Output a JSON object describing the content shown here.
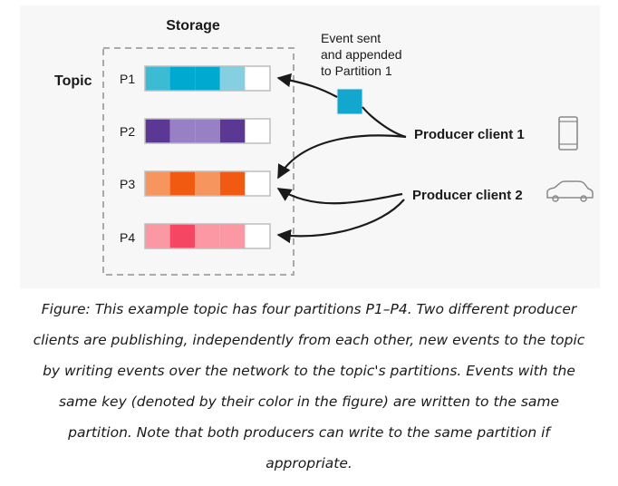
{
  "diagram": {
    "storage_label": "Storage",
    "topic_label": "Topic",
    "partitions": [
      {
        "label": "P1",
        "cells": [
          "#3bbcd4",
          "#00a9cf",
          "#00a9cf",
          "#86cfe1",
          "#ffffff"
        ]
      },
      {
        "label": "P2",
        "cells": [
          "#5c3895",
          "#9780c4",
          "#9780c4",
          "#5c3895",
          "#ffffff"
        ]
      },
      {
        "label": "P3",
        "cells": [
          "#f7955f",
          "#f15a11",
          "#f7955f",
          "#f15a11",
          "#ffffff"
        ]
      },
      {
        "label": "P4",
        "cells": [
          "#fb98a3",
          "#f54764",
          "#fb98a3",
          "#fb98a3",
          "#ffffff"
        ]
      }
    ],
    "event_note_lines": [
      "Event sent",
      "and appended",
      "to Partition 1"
    ],
    "event_color": "#11a7cf",
    "producer1_label": "Producer client 1",
    "producer2_label": "Producer client 2",
    "producer1_icon": "smartphone-icon",
    "producer2_icon": "car-icon"
  },
  "caption": "Figure: This example topic has four partitions P1–P4. Two different producer clients are publishing, independently from each other, new events to the topic by writing events over the network to the topic's partitions. Events with the same key (denoted by their color in the figure) are written to the same partition. Note that both producers can write to the same partition if appropriate."
}
